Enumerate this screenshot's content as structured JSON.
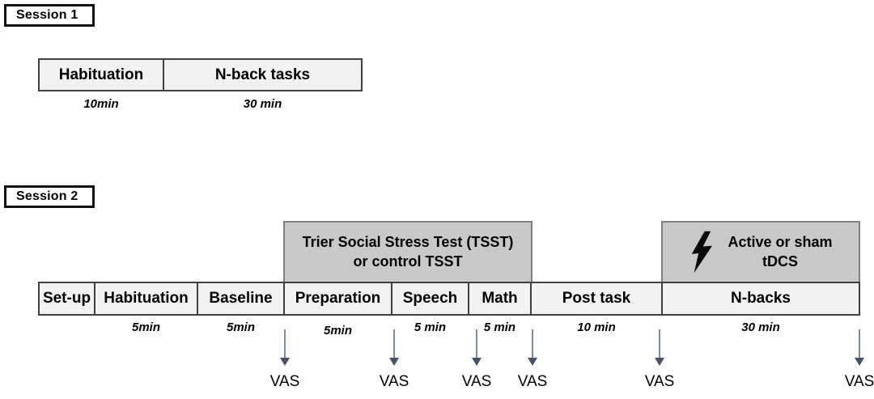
{
  "colors": {
    "light_fill": "#f2f2f2",
    "dark_fill": "#c9c9c9",
    "box_border": "#404040",
    "overlay_border": "#7f7f7f",
    "arrow_shaft": "#7c8ca6",
    "arrow_head": "#44546a",
    "text": "#000000"
  },
  "session1": {
    "title": "Session 1",
    "blocks": [
      {
        "label": "Habituation",
        "duration": "10min"
      },
      {
        "label": "N-back tasks",
        "duration": "30 min"
      }
    ]
  },
  "session2": {
    "title": "Session 2",
    "columns": [
      {
        "label": "Set-up",
        "duration": ""
      },
      {
        "label": "Habituation",
        "duration": "5min"
      },
      {
        "label": "Baseline",
        "duration": "5min"
      },
      {
        "label": "Preparation",
        "duration": "5min"
      },
      {
        "label": "Speech",
        "duration": "5 min"
      },
      {
        "label": "Math",
        "duration": "5 min"
      },
      {
        "label": "Post task",
        "duration": "10 min"
      },
      {
        "label": "N-backs",
        "duration": "30 min"
      }
    ],
    "tsst_overlay": {
      "text": "Trier Social Stress Test (TSST)\nor control TSST"
    },
    "tdcs_overlay": {
      "text": "Active or sham\ntDCS",
      "icon": "lightning-bolt-icon"
    }
  },
  "vas": {
    "label": "VAS",
    "count": 6
  }
}
